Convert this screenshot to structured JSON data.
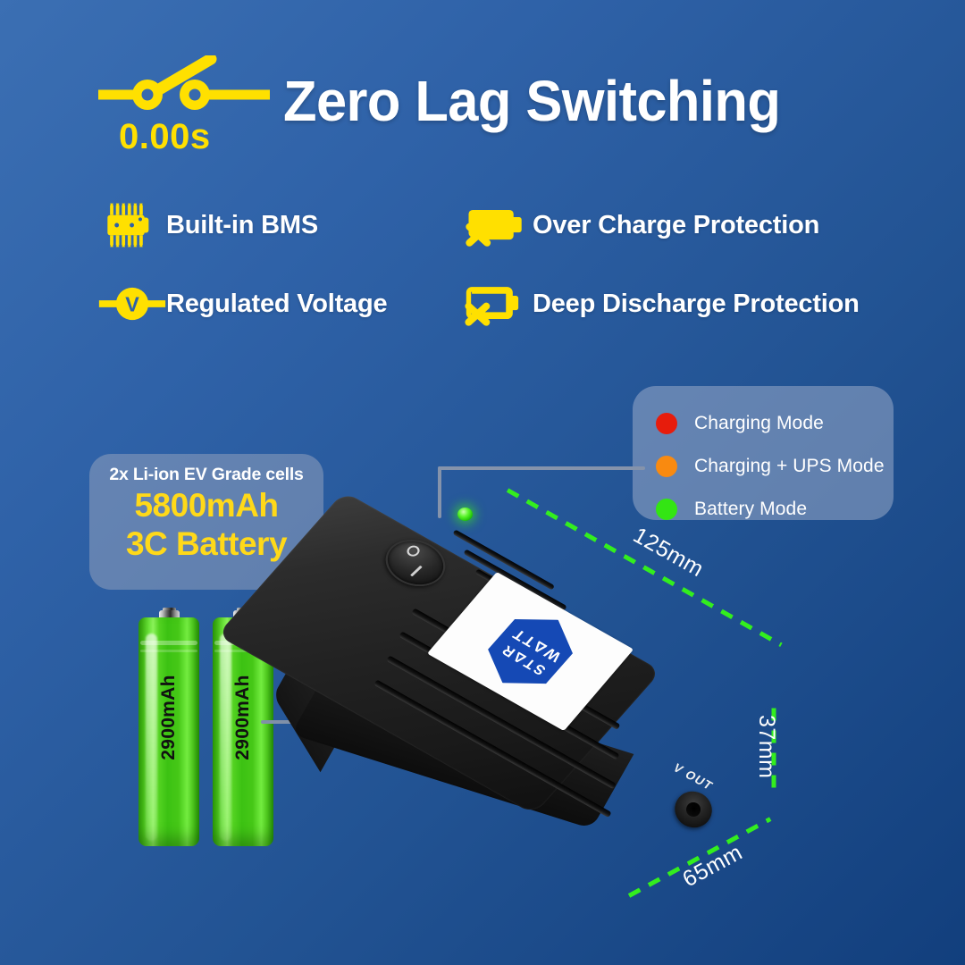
{
  "header": {
    "switch_icon": "switch-open-icon",
    "zero_time": "0.00s",
    "title": "Zero Lag Switching"
  },
  "features": [
    {
      "icon": "chip-bms-icon",
      "label": "Built-in BMS"
    },
    {
      "icon": "battery-x-full-icon",
      "label": "Over Charge Protection"
    },
    {
      "icon": "voltmeter-icon",
      "label": "Regulated Voltage"
    },
    {
      "icon": "battery-x-empty-icon",
      "label": "Deep Discharge Protection"
    }
  ],
  "legend": {
    "items": [
      {
        "label": "Charging Mode",
        "color": "#E71C0C"
      },
      {
        "label": "Charging + UPS Mode",
        "color": "#F98A10"
      },
      {
        "label": "Battery Mode",
        "color": "#33E513"
      }
    ]
  },
  "battery_card": {
    "subtitle": "2x Li-ion EV Grade cells",
    "capacity": "5800mAh",
    "rating": "3C Battery"
  },
  "cells": [
    {
      "capacity": "2900mAh"
    },
    {
      "capacity": "2900mAh"
    }
  ],
  "device": {
    "switch_off_mark": "O",
    "switch_on_mark": "I",
    "port_label": "V OUT",
    "logo": {
      "line1": "STΔR",
      "line2": "WΔTT"
    }
  },
  "dimensions": {
    "length": "125mm",
    "height": "37mm",
    "width": "65mm"
  },
  "colors": {
    "background_top": "#3b6fb3",
    "background_bottom": "#123f7d",
    "accent_yellow": "#FFE000",
    "card_yellow": "#FFD919",
    "dimension_green": "#33EE1E",
    "logo_blue": "#1549B5"
  }
}
